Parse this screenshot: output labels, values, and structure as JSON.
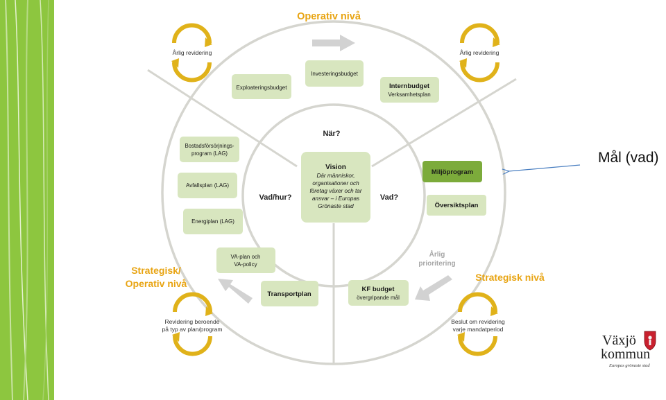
{
  "colors": {
    "leftbar": "#8dc63f",
    "ring": "#d5d5cf",
    "box": "#d8e6bf",
    "box_dark": "#7cab3b",
    "heading": "#e8a412",
    "gear": "#e0b21a",
    "arrow": "#d2d2d2",
    "annot_arrow": "#4a7fc1"
  },
  "headings": {
    "operativ": "Operativ nivå",
    "strategisk_line1": "Strategisk/",
    "strategisk_line2": "Operativ nivå",
    "strategisk_niva": "Strategisk nivå",
    "arlig_prio_line1": "Årlig",
    "arlig_prio_line2": "prioritering"
  },
  "cycles": {
    "top_left": "Årlig revidering",
    "top_right": "Årlig revidering",
    "bottom_left_line1": "Revidering beroende",
    "bottom_left_line2": "på typ av plan/program",
    "bottom_right_line1": "Beslut om revidering",
    "bottom_right_line2": "varje mandatperiod"
  },
  "questions": {
    "nar": "När?",
    "vad_hur": "Vad/hur?",
    "vad": "Vad?"
  },
  "vision": {
    "title": "Vision",
    "line1": "Där människor,",
    "line2": "organisationer och",
    "line3": "företag växer och tar",
    "line4": "ansvar – i Europas",
    "line5": "Grönaste stad"
  },
  "boxes": {
    "exploatering": "Exploateringsbudget",
    "investering": "Investeringsbudget",
    "internbudget_title": "Internbudget",
    "internbudget_sub": "Verksamhetsplan",
    "bostad_line1": "Bostadsförsörjnings-",
    "bostad_line2": "program (LAG)",
    "avfall": "Avfallsplan (LAG)",
    "energi": "Energiplan (LAG)",
    "va_line1": "VA-plan och",
    "va_line2": "VA-policy",
    "transport": "Transportplan",
    "kf_title": "KF budget",
    "kf_sub": "övergripande mål",
    "miljo": "Miljöprogram",
    "oversikt": "Översiktsplan"
  },
  "annotation": "Mål (vad)",
  "logo": {
    "line1": "Växjö",
    "line2": "kommun",
    "tagline": "Europas grönaste stad"
  }
}
